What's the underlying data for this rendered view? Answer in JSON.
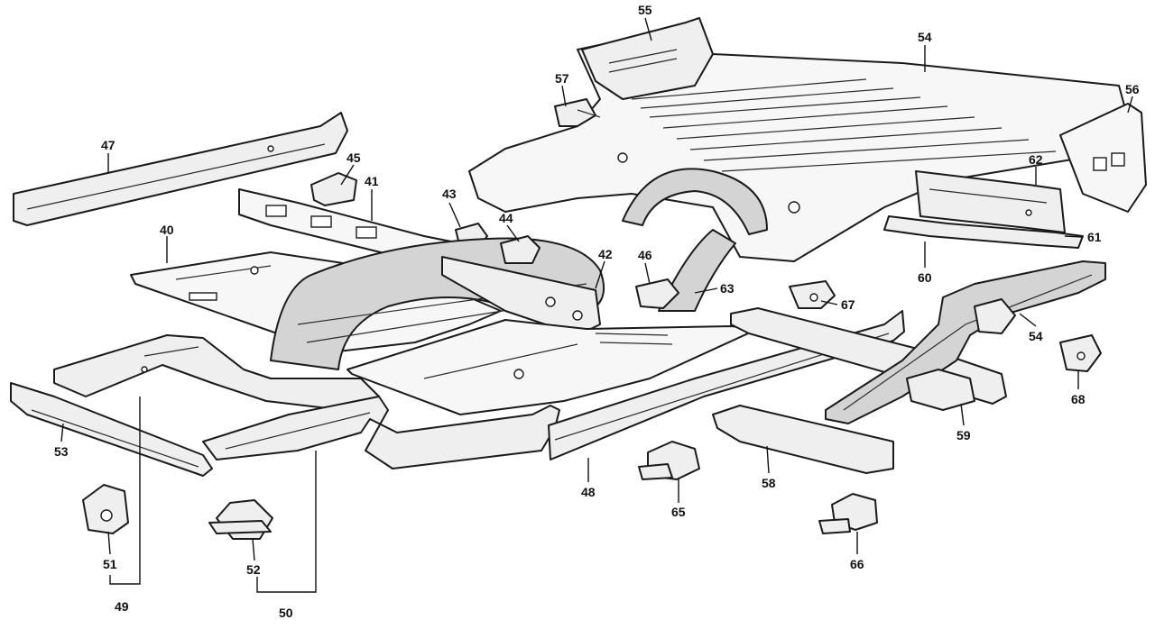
{
  "callouts": {
    "c40": "40",
    "c41": "41",
    "c42": "42",
    "c43": "43",
    "c44": "44",
    "c45": "45",
    "c46": "46",
    "c47": "47",
    "c48": "48",
    "c49": "49",
    "c50": "50",
    "c51": "51",
    "c52": "52",
    "c53": "53",
    "c54a": "54",
    "c54b": "54",
    "c55": "55",
    "c56": "56",
    "c57": "57",
    "c58": "58",
    "c59": "59",
    "c60": "60",
    "c61": "61",
    "c62": "62",
    "c63": "63",
    "c65": "65",
    "c66": "66",
    "c67": "67",
    "c68": "68"
  }
}
